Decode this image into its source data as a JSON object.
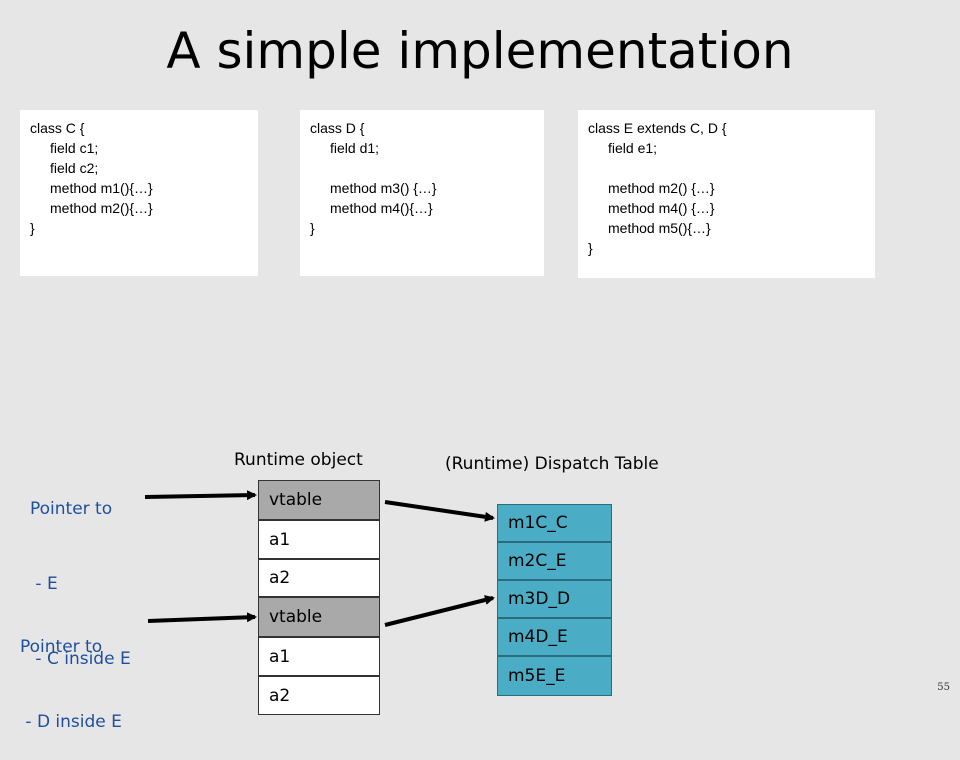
{
  "title": "A simple implementation",
  "class_boxes": [
    {
      "lines": [
        "class C {",
        "field c1;",
        "field c2;",
        "method m1(){…}",
        "method m2(){…}",
        "}"
      ],
      "indent": [
        false,
        true,
        true,
        true,
        true,
        false
      ]
    },
    {
      "lines": [
        "class D {",
        "field d1;",
        "",
        "method m3() {…}",
        "method m4(){…}",
        "}"
      ],
      "indent": [
        false,
        true,
        true,
        true,
        true,
        false
      ]
    },
    {
      "lines": [
        "class E extends C, D {",
        "field e1;",
        "",
        "method m2() {…}",
        "method m4() {…}",
        "method m5(){…}",
        "}"
      ],
      "indent": [
        false,
        true,
        true,
        true,
        true,
        true,
        false
      ]
    }
  ],
  "pointer1": {
    "heading": "Pointer to",
    "items": [
      " - E",
      " - C inside E"
    ]
  },
  "pointer2": {
    "heading": "Pointer to",
    "items": [
      " - D inside E"
    ]
  },
  "runtime_object": {
    "heading": "Runtime object",
    "cells": [
      "vtable",
      "a1",
      "a2",
      "vtable",
      "a1",
      "a2"
    ]
  },
  "dispatch_table": {
    "heading": "(Runtime) Dispatch Table",
    "cells": [
      "m1C_C",
      "m2C_E",
      "m3D_D",
      "m4D_E",
      "m5E_E"
    ]
  },
  "page_number": "55",
  "colors": {
    "background": "#e6e6e6",
    "pointer_text": "#1f4e9c",
    "vtable_cell": "#a9a9a9",
    "dispatch_cell": "#4bacc6"
  }
}
